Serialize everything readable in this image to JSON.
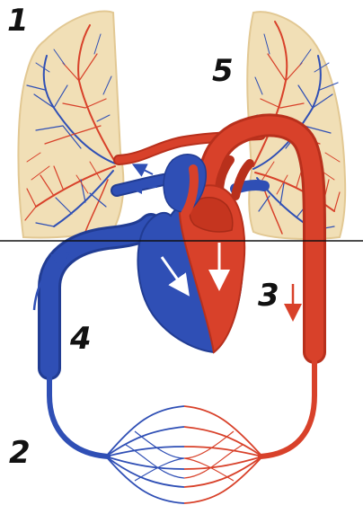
{
  "labels": {
    "n1": "1",
    "n2": "2",
    "n3": "3",
    "n4": "4",
    "n5": "5"
  },
  "colors": {
    "lung_fill": "#f1dfb6",
    "lung_edge": "#e2c893",
    "artery": "#d8412a",
    "artery_dark": "#b8301c",
    "vein": "#2f4fb5",
    "vein_dark": "#213c93",
    "divider": "#111111"
  }
}
